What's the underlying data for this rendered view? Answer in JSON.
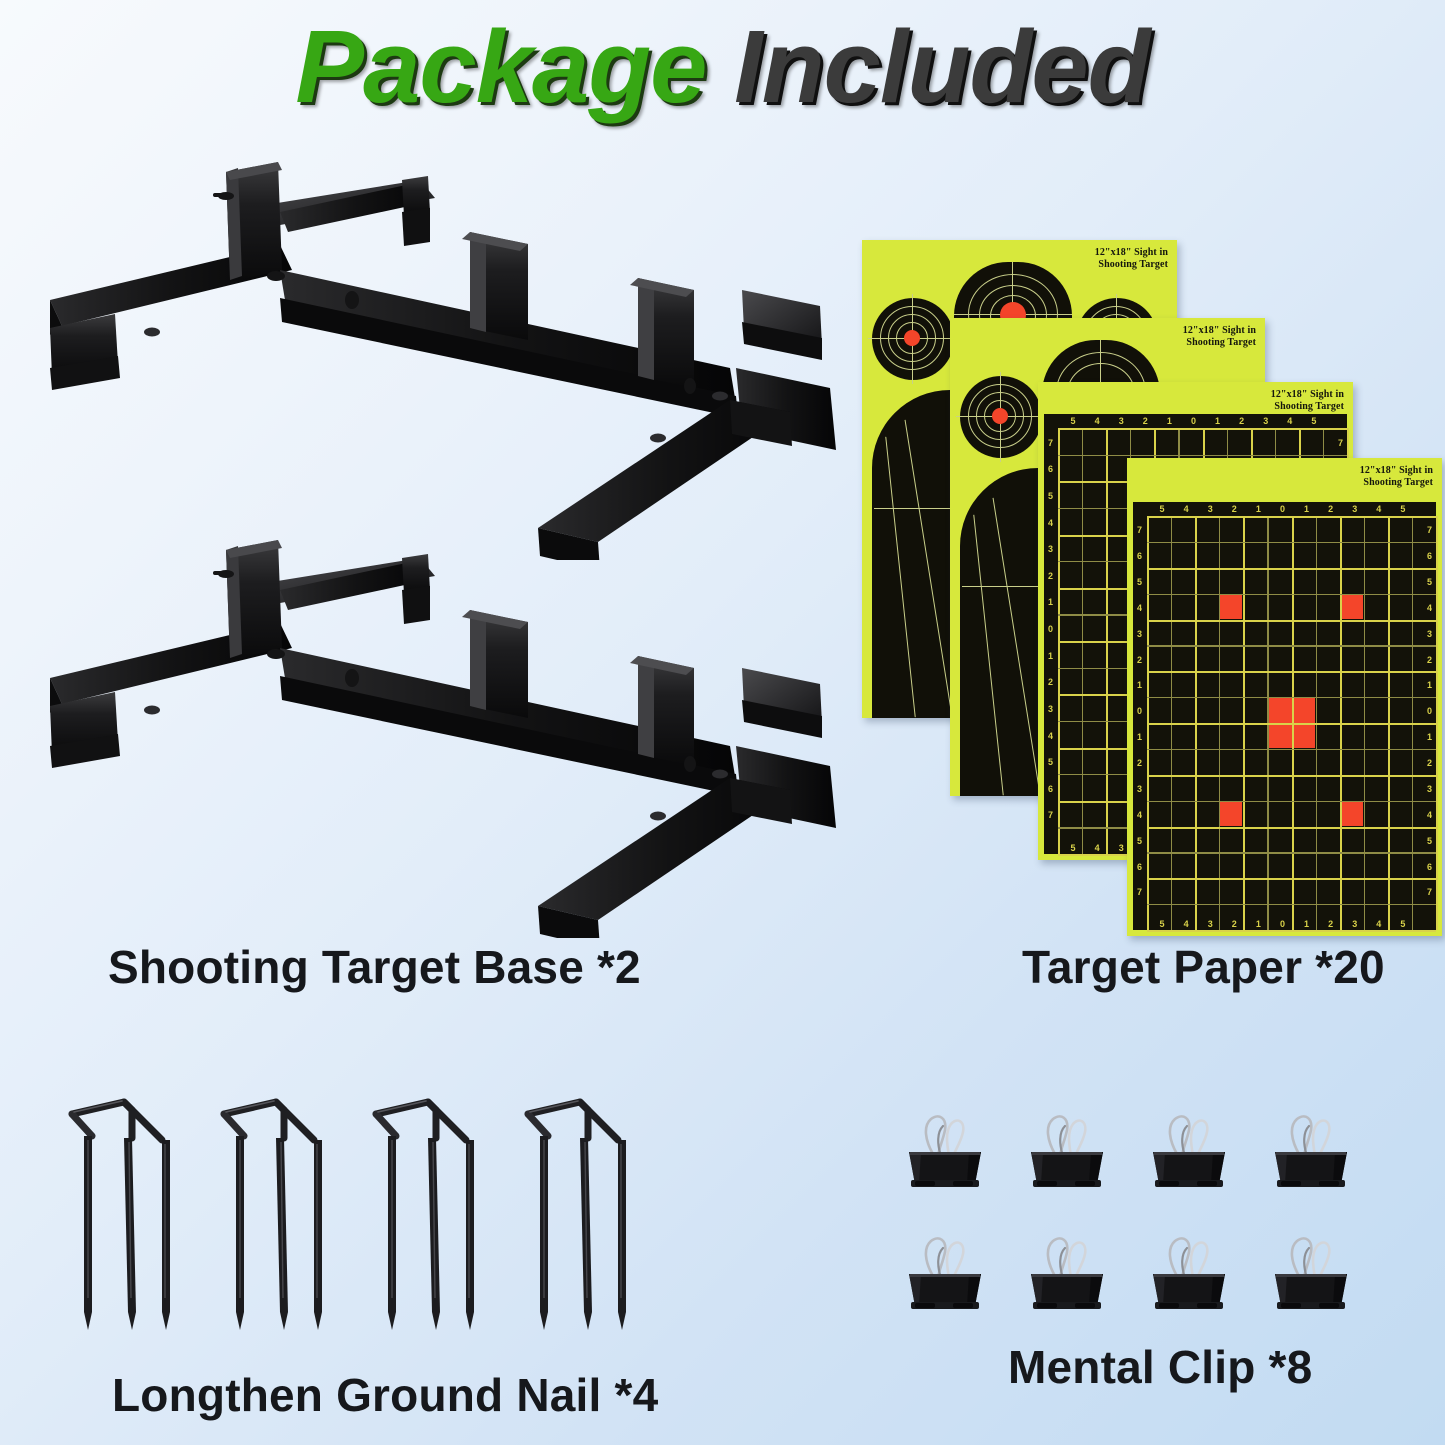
{
  "title": {
    "word1": "Package",
    "word2": "Included",
    "color_green": "#37a714",
    "color_dark": "#3b3b3b"
  },
  "background": {
    "from": "#f7fafd",
    "to": "#c2dbf2"
  },
  "items": [
    {
      "key": "base",
      "label": "Shooting Target Base *2",
      "name": "Shooting Target Base",
      "qty": 2,
      "icon": "target-stand-icon"
    },
    {
      "key": "paper",
      "label": "Target Paper *20",
      "name": "Target Paper",
      "qty": 20,
      "icon": "target-paper-icon"
    },
    {
      "key": "nail",
      "label": "Longthen Ground Nail *4",
      "name": "Longthen Ground Nail",
      "qty": 4,
      "icon": "ground-nail-icon"
    },
    {
      "key": "clip",
      "label": "Mental Clip *8",
      "name": "Mental Clip",
      "qty": 8,
      "icon": "binder-clip-icon"
    }
  ],
  "target_paper": {
    "header_line1": "12\"x18\" Sight in",
    "header_line2": "Shooting Target",
    "sheet_color": "#d7e83c",
    "ink_color": "#111008",
    "accent_color": "#f4452a",
    "sheet_count": 4,
    "sheet_types": [
      "silhouette",
      "silhouette",
      "grid",
      "grid"
    ],
    "grid": {
      "x_axis_labels": [
        "5",
        "4",
        "3",
        "2",
        "1",
        "0",
        "1",
        "2",
        "3",
        "4",
        "5"
      ],
      "y_axis_labels": [
        "7",
        "6",
        "5",
        "4",
        "3",
        "2",
        "1",
        "0",
        "1",
        "2",
        "3",
        "4",
        "5",
        "6",
        "7"
      ],
      "small_red_squares": 4,
      "center_red_square": 1
    },
    "silhouette": {
      "bullseye_count": 3,
      "ring_count": 4,
      "center_dot_color": "#f4452a"
    }
  },
  "ground_nails": {
    "count": 4,
    "color": "#1b1b1d",
    "prong_count": 2
  },
  "binder_clips": {
    "count": 8,
    "rows": 2,
    "columns": 4,
    "body_color": "#1a1a1c",
    "handle_color": "#b9bcc2"
  }
}
